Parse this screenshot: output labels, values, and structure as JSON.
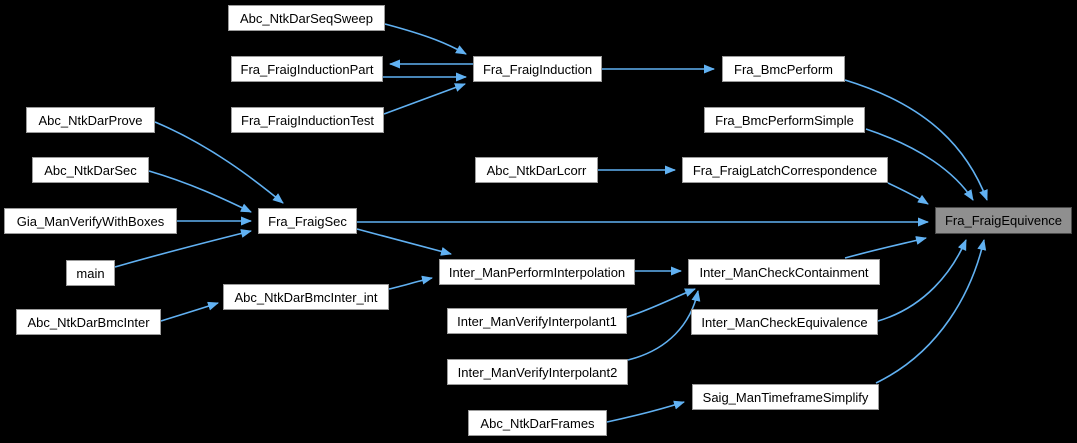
{
  "diagram": {
    "kind": "function-call-graph",
    "background_color": "#000000",
    "edge_color": "#61b1f2",
    "node_fill": "#ffffff",
    "node_border": "#9b9b9b",
    "node_text_color": "#000000",
    "highlight_fill": "#8f8f8f",
    "highlight_border": "#4a4a4a",
    "highlighted_node": "Fra_FraigEquivence"
  },
  "nodes": [
    {
      "label": "Abc_NtkDarSeqSweep"
    },
    {
      "label": "Fra_FraigInductionPart"
    },
    {
      "label": "Fra_FraigInductionTest"
    },
    {
      "label": "Fra_FraigInduction"
    },
    {
      "label": "Fra_BmcPerform"
    },
    {
      "label": "Fra_BmcPerformSimple"
    },
    {
      "label": "Abc_NtkDarProve"
    },
    {
      "label": "Abc_NtkDarSec"
    },
    {
      "label": "Abc_NtkDarLcorr"
    },
    {
      "label": "Fra_FraigLatchCorrespondence"
    },
    {
      "label": "Gia_ManVerifyWithBoxes"
    },
    {
      "label": "Fra_FraigSec"
    },
    {
      "label": "Fra_FraigEquivence",
      "highlighted": true
    },
    {
      "label": "main"
    },
    {
      "label": "Inter_ManPerformInterpolation"
    },
    {
      "label": "Inter_ManCheckContainment"
    },
    {
      "label": "Abc_NtkDarBmcInter_int"
    },
    {
      "label": "Abc_NtkDarBmcInter"
    },
    {
      "label": "Inter_ManVerifyInterpolant1"
    },
    {
      "label": "Inter_ManCheckEquivalence"
    },
    {
      "label": "Inter_ManVerifyInterpolant2"
    },
    {
      "label": "Saig_ManTimeframeSimplify"
    },
    {
      "label": "Abc_NtkDarFrames"
    }
  ],
  "edges": [
    {
      "from": "Abc_NtkDarSeqSweep",
      "to": "Fra_FraigInduction"
    },
    {
      "from": "Fra_FraigInduction",
      "to": "Fra_FraigInductionPart"
    },
    {
      "from": "Fra_FraigInductionPart",
      "to": "Fra_FraigInduction"
    },
    {
      "from": "Fra_FraigInductionTest",
      "to": "Fra_FraigInduction"
    },
    {
      "from": "Fra_FraigInduction",
      "to": "Fra_BmcPerform"
    },
    {
      "from": "Fra_BmcPerform",
      "to": "Fra_FraigEquivence"
    },
    {
      "from": "Fra_BmcPerformSimple",
      "to": "Fra_FraigEquivence"
    },
    {
      "from": "Abc_NtkDarLcorr",
      "to": "Fra_FraigLatchCorrespondence"
    },
    {
      "from": "Fra_FraigLatchCorrespondence",
      "to": "Fra_FraigEquivence"
    },
    {
      "from": "Abc_NtkDarProve",
      "to": "Fra_FraigSec"
    },
    {
      "from": "Abc_NtkDarSec",
      "to": "Fra_FraigSec"
    },
    {
      "from": "Gia_ManVerifyWithBoxes",
      "to": "Fra_FraigSec"
    },
    {
      "from": "main",
      "to": "Fra_FraigSec"
    },
    {
      "from": "Fra_FraigSec",
      "to": "Fra_FraigEquivence"
    },
    {
      "from": "Fra_FraigSec",
      "to": "Inter_ManPerformInterpolation"
    },
    {
      "from": "Abc_NtkDarBmcInter",
      "to": "Abc_NtkDarBmcInter_int"
    },
    {
      "from": "Abc_NtkDarBmcInter_int",
      "to": "Inter_ManPerformInterpolation"
    },
    {
      "from": "Inter_ManPerformInterpolation",
      "to": "Inter_ManCheckContainment"
    },
    {
      "from": "Inter_ManVerifyInterpolant1",
      "to": "Inter_ManCheckContainment"
    },
    {
      "from": "Inter_ManVerifyInterpolant2",
      "to": "Inter_ManCheckContainment"
    },
    {
      "from": "Inter_ManCheckContainment",
      "to": "Fra_FraigEquivence"
    },
    {
      "from": "Inter_ManCheckEquivalence",
      "to": "Fra_FraigEquivence"
    },
    {
      "from": "Saig_ManTimeframeSimplify",
      "to": "Fra_FraigEquivence"
    },
    {
      "from": "Abc_NtkDarFrames",
      "to": "Saig_ManTimeframeSimplify"
    }
  ]
}
